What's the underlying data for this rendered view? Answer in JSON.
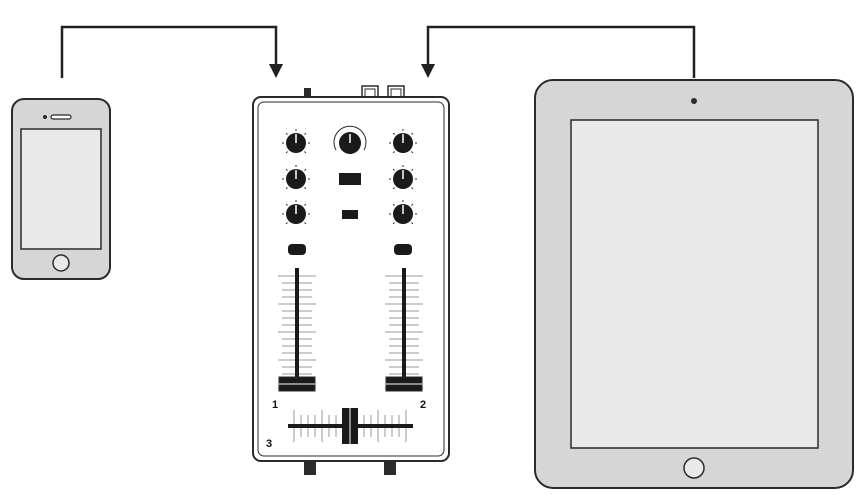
{
  "devices": {
    "phone": {
      "name": "phone"
    },
    "mixer": {
      "name": "dj-mixer",
      "channel_labels": [
        "1",
        "2"
      ],
      "crossfader_label": "3",
      "channel_1_fader_level": 0.1,
      "channel_2_fader_level": 0.1,
      "crossfader_position": 0.5
    },
    "tablet": {
      "name": "tablet"
    }
  },
  "colors": {
    "outline": "#2b2b2b",
    "device_body": "#d6d6d6",
    "screen": "#e9e9e9",
    "mixer_face": "#ffffff",
    "knob": "#1a1a1a"
  }
}
